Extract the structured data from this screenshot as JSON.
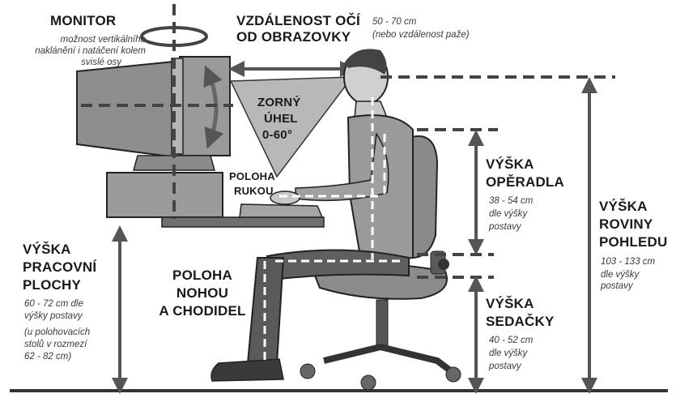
{
  "monitor": {
    "title": "MONITOR",
    "note_line1": "možnost vertikálního",
    "note_line2": "naklánění i natáčení kolem",
    "note_line3": "svislé osy"
  },
  "eye_distance": {
    "title_line1": "VZDÁLENOST OČÍ",
    "title_line2": "OD OBRAZOVKY",
    "note_line1": "50 - 70 cm",
    "note_line2": "(nebo vzdálenost paže)"
  },
  "view_angle": {
    "line1": "ZORNÝ",
    "line2": "ÚHEL",
    "line3": "0-60°"
  },
  "hand_position": {
    "line1": "POLOHA",
    "line2": "RUKOU"
  },
  "backrest": {
    "title_line1": "VÝŠKA",
    "title_line2": "OPĚRADLA",
    "note_line1": "38 - 54 cm",
    "note_line2": "dle výšky",
    "note_line3": "postavy"
  },
  "view_plane": {
    "title_line1": "VÝŠKA",
    "title_line2": "ROVINY",
    "title_line3": "POHLEDU",
    "note_line1": "103 - 133 cm",
    "note_line2": "dle výšky",
    "note_line3": "postavy"
  },
  "desk_height": {
    "title_line1": "VÝŠKA",
    "title_line2": "PRACOVNÍ",
    "title_line3": "PLOCHY",
    "note_line1": "60 - 72 cm dle",
    "note_line2": "výšky postavy",
    "note_line3": "(u polohovacích",
    "note_line4": "stolů v rozmezí",
    "note_line5": "62 - 82 cm)"
  },
  "feet_position": {
    "line1": "POLOHA",
    "line2": "NOHOU",
    "line3": "A CHODIDEL"
  },
  "seat_height": {
    "title_line1": "VÝŠKA",
    "title_line2": "SEDAČKY",
    "note_line1": "40 - 52 cm",
    "note_line2": "dle výšky",
    "note_line3": "postavy"
  }
}
